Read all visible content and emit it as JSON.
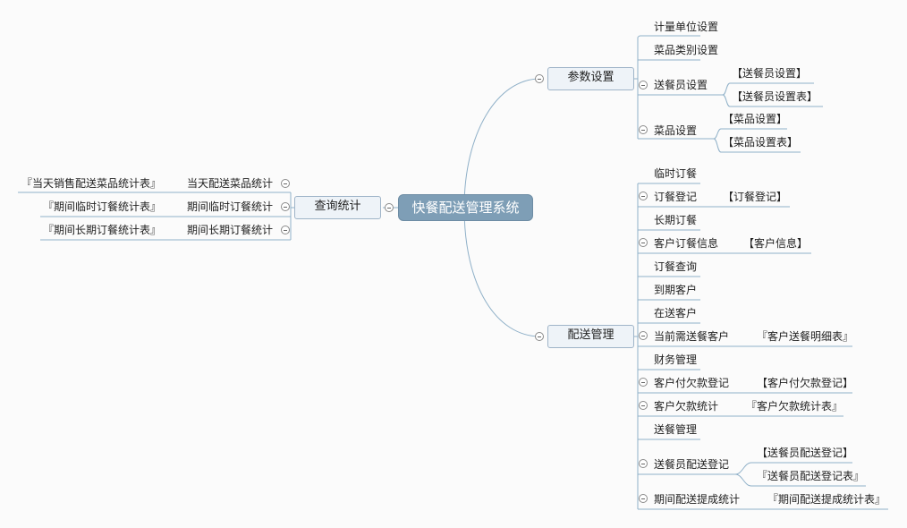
{
  "root": {
    "label": "快餐配送管理系统"
  },
  "branches": {
    "params": {
      "label": "参数设置",
      "items": {
        "unit": "计量单位设置",
        "category": "菜品类别设置",
        "courier": {
          "label": "送餐员设置",
          "forms": [
            "【送餐员设置】",
            "【送餐员设置表】"
          ]
        },
        "dish": {
          "label": "菜品设置",
          "forms": [
            "【菜品设置】",
            "【菜品设置表】"
          ]
        }
      }
    },
    "query": {
      "label": "查询统计",
      "items": [
        {
          "label": "当天配送菜品统计",
          "form": "『当天销售配送菜品统计表』"
        },
        {
          "label": "期间临时订餐统计",
          "form": "『期间临时订餐统计表』"
        },
        {
          "label": "期间长期订餐统计",
          "form": "『期间长期订餐统计表』"
        }
      ]
    },
    "delivery": {
      "label": "配送管理",
      "items": [
        {
          "label": "临时订餐"
        },
        {
          "label": "订餐登记",
          "form": "【订餐登记】"
        },
        {
          "label": "长期订餐"
        },
        {
          "label": "客户订餐信息",
          "form": "【客户信息】"
        },
        {
          "label": "订餐查询"
        },
        {
          "label": "到期客户"
        },
        {
          "label": "在送客户"
        },
        {
          "label": "当前需送餐客户",
          "form": "『客户送餐明细表』"
        },
        {
          "label": "财务管理"
        },
        {
          "label": "客户付欠款登记",
          "form": "【客户付欠款登记】"
        },
        {
          "label": "客户欠款统计",
          "form": "『客户欠款统计表』"
        },
        {
          "label": "送餐管理"
        },
        {
          "label": "送餐员配送登记",
          "forms": [
            "【送餐员配送登记】",
            "『送餐员配送登记表』"
          ]
        },
        {
          "label": "期间配送提成统计",
          "form": "『期间配送提成统计表』"
        }
      ]
    }
  }
}
